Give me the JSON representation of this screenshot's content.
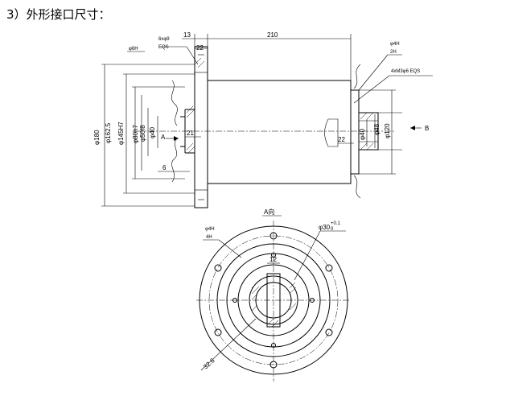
{
  "heading": "3）外形接口尺寸：",
  "front_view": {
    "dim_13": "13",
    "dim_210": "210",
    "dim_22_top": "22",
    "hole_spec_left": "6xφ9",
    "hole_spec_left_eqs": "EQS",
    "hole_spec_right": "4xM3φ6  EQS",
    "label_left_small": "φ6H",
    "label_right_small_1": "φ4H",
    "label_right_small_2": "2H",
    "dim_180": "φ180",
    "dim_162_5": "φ162.5",
    "dim_145": "φ145H7",
    "dim_80": "φ80h7",
    "dim_50": "φ50f8",
    "dim_40_left": "φ40",
    "dim_21": "21",
    "dim_6": "6",
    "arrow_a": "A",
    "dim_22_right": "22",
    "dim_40_right": "φ40",
    "dim_48": "φ48",
    "dim_120": "φ120",
    "arrow_b": "B"
  },
  "side_view": {
    "title": "A向",
    "dim_30": "φ30",
    "dim_30_tol_upper": "+0.1",
    "dim_30_tol_lower": "0",
    "dim_12": "12",
    "dim_32_6": "32.6",
    "small_label_1": "φ4H",
    "small_label_2": "4H"
  }
}
